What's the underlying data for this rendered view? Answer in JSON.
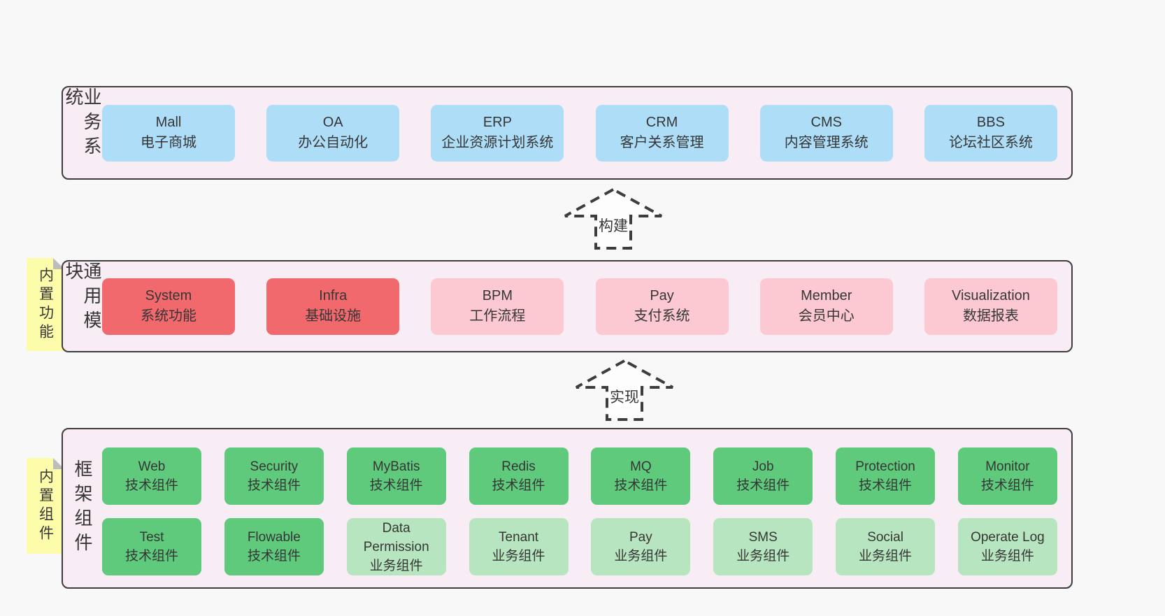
{
  "diagram": {
    "arrows": {
      "build": "构建",
      "implement": "实现"
    },
    "layers": {
      "business": {
        "label": "业务系统",
        "boxes": [
          {
            "name": "Mall",
            "subtitle": "电子商城"
          },
          {
            "name": "OA",
            "subtitle": "办公自动化"
          },
          {
            "name": "ERP",
            "subtitle": "企业资源计划系统"
          },
          {
            "name": "CRM",
            "subtitle": "客户关系管理"
          },
          {
            "name": "CMS",
            "subtitle": "内容管理系统"
          },
          {
            "name": "BBS",
            "subtitle": "论坛社区系统"
          }
        ]
      },
      "modules": {
        "label": "通用模块",
        "sticky": "内置功能",
        "boxes": [
          {
            "name": "System",
            "subtitle": "系统功能"
          },
          {
            "name": "Infra",
            "subtitle": "基础设施"
          },
          {
            "name": "BPM",
            "subtitle": "工作流程"
          },
          {
            "name": "Pay",
            "subtitle": "支付系统"
          },
          {
            "name": "Member",
            "subtitle": "会员中心"
          },
          {
            "name": "Visualization",
            "subtitle": "数据报表"
          }
        ]
      },
      "framework": {
        "label": "框架组件",
        "sticky": "内置组件",
        "row1": [
          {
            "name": "Web",
            "subtitle": "技术组件"
          },
          {
            "name": "Security",
            "subtitle": "技术组件"
          },
          {
            "name": "MyBatis",
            "subtitle": "技术组件"
          },
          {
            "name": "Redis",
            "subtitle": "技术组件"
          },
          {
            "name": "MQ",
            "subtitle": "技术组件"
          },
          {
            "name": "Job",
            "subtitle": "技术组件"
          },
          {
            "name": "Protection",
            "subtitle": "技术组件"
          },
          {
            "name": "Monitor",
            "subtitle": "技术组件"
          }
        ],
        "row2": [
          {
            "name": "Test",
            "subtitle": "技术组件"
          },
          {
            "name": "Flowable",
            "subtitle": "技术组件"
          },
          {
            "name": "Data Permission",
            "subtitle": "业务组件"
          },
          {
            "name": "Tenant",
            "subtitle": "业务组件"
          },
          {
            "name": "Pay",
            "subtitle": "业务组件"
          },
          {
            "name": "SMS",
            "subtitle": "业务组件"
          },
          {
            "name": "Social",
            "subtitle": "业务组件"
          },
          {
            "name": "Operate Log",
            "subtitle": "业务组件"
          }
        ]
      }
    },
    "colors": {
      "page_bg": "#f8f8f8",
      "layer_bg": "#f8edf5",
      "border": "#3d3d3d",
      "blue_box": "#aeddf8",
      "red_box": "#f1696d",
      "pink_box": "#fcc9d2",
      "green_box": "#5fc97c",
      "light_green_box": "#b6e5bf",
      "sticky_yellow": "#fdfcab",
      "fold_gray": "#bdbdbd",
      "text": "#363636"
    }
  }
}
